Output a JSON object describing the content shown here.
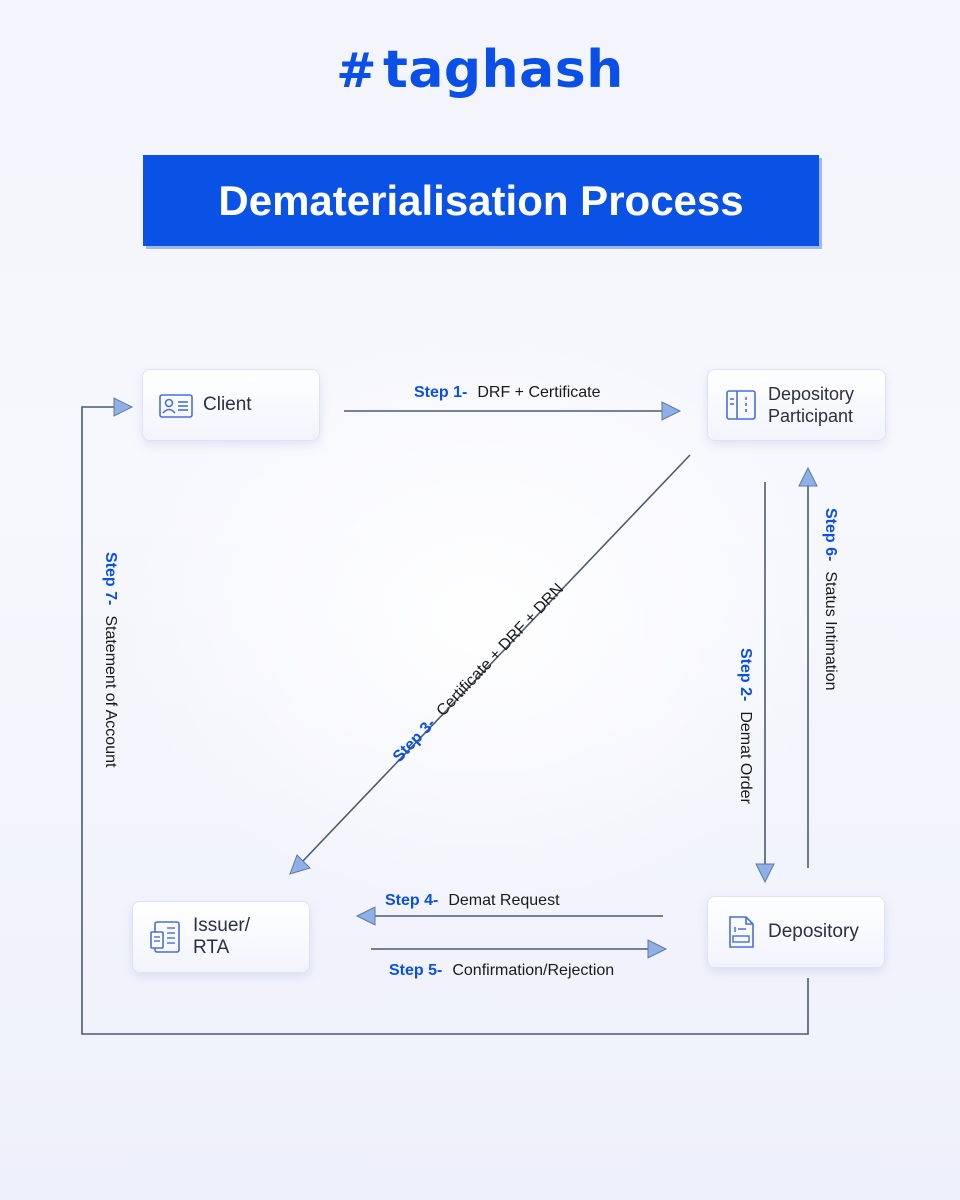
{
  "brand": {
    "logo_hash": "#",
    "logo_text": "taghash"
  },
  "title": "Dematerialisation Process",
  "nodes": {
    "client": "Client",
    "dp_line1": "Depository",
    "dp_line2": "Participant",
    "issuer_line1": "Issuer/",
    "issuer_line2": "RTA",
    "depository": "Depository"
  },
  "steps": {
    "s1": {
      "num": "Step 1-",
      "text": "DRF + Certificate"
    },
    "s2": {
      "num": "Step 2-",
      "text": "Demat Order"
    },
    "s3": {
      "num": "Step 3-",
      "text": "Certificate + DRF + DRN"
    },
    "s4": {
      "num": "Step 4-",
      "text": "Demat Request"
    },
    "s5": {
      "num": "Step 5-",
      "text": "Confirmation/Rejection"
    },
    "s6": {
      "num": "Step 6-",
      "text": "Status Intimation"
    },
    "s7": {
      "num": "Step 7-",
      "text": "Statement of Account"
    }
  },
  "colors": {
    "brand_blue": "#0b50e6",
    "arrow_line": "#4a5a74",
    "arrow_head": "#8fb0e6"
  }
}
